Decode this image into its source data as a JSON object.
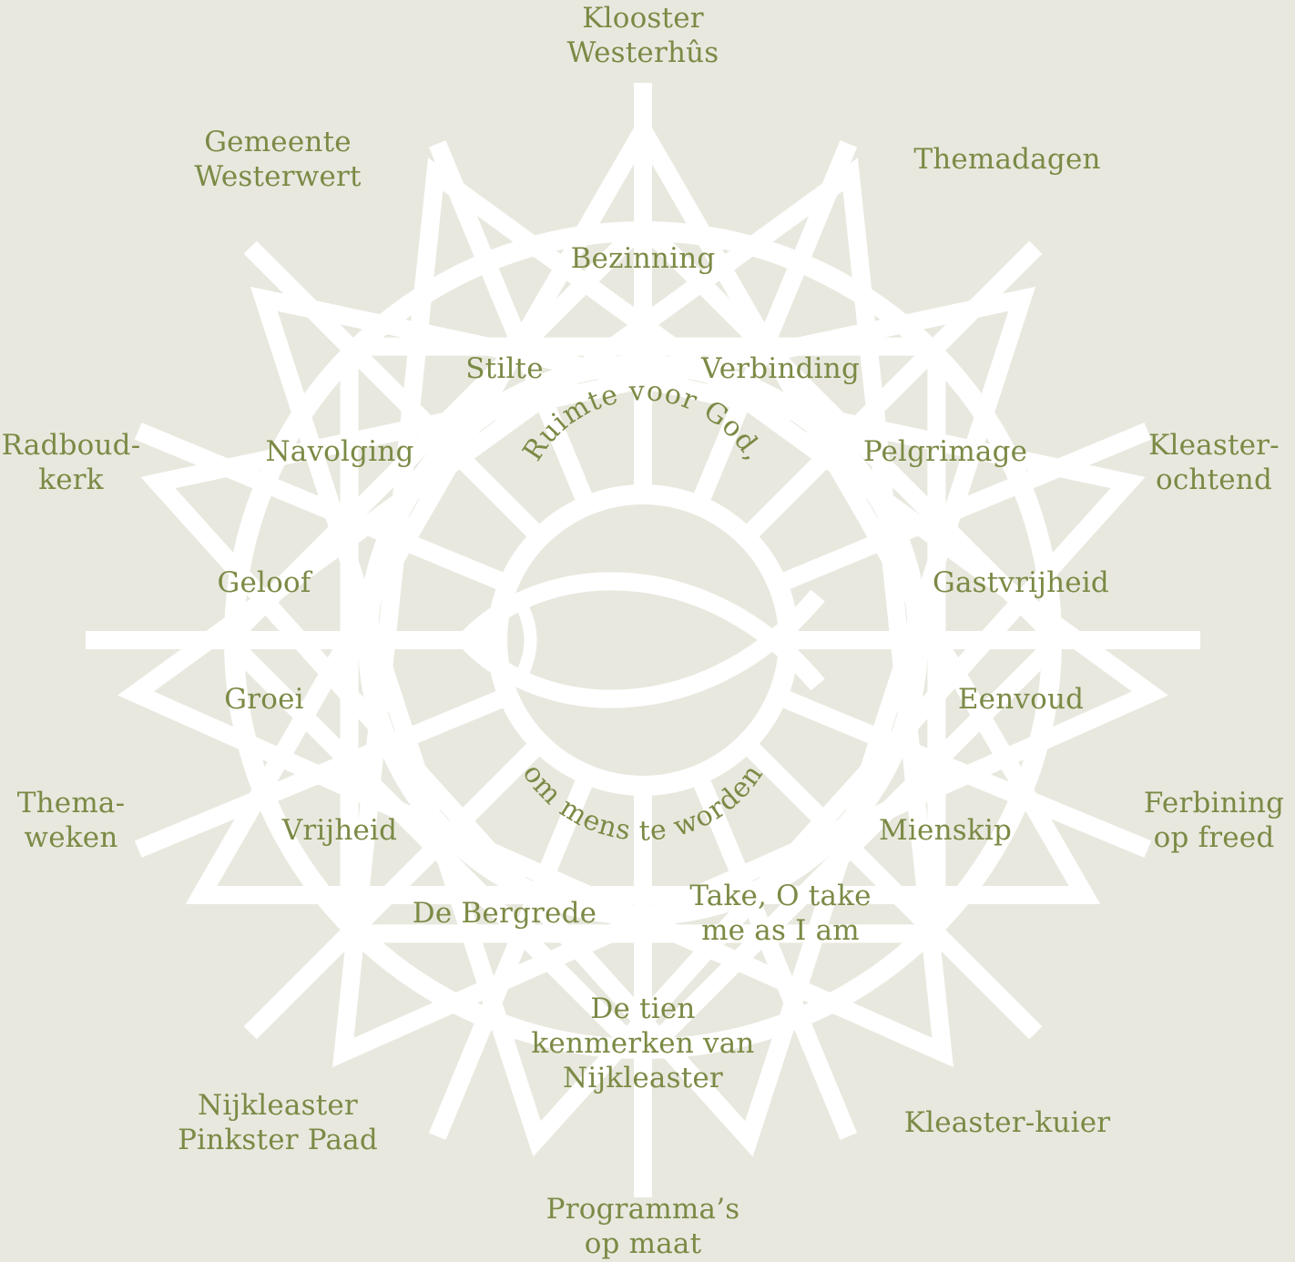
{
  "colors": {
    "background": "#e9e8df",
    "artwork": "#ffffff",
    "text": "#7b8a45"
  },
  "center_text": {
    "top_arc": "Ruimte voor God,",
    "bottom_arc": "om mens te worden"
  },
  "inner_ring": [
    {
      "id": "bezinning",
      "label": "Bezinning"
    },
    {
      "id": "stilte",
      "label": "Stilte"
    },
    {
      "id": "verbinding",
      "label": "Verbinding"
    },
    {
      "id": "navolging",
      "label": "Navolging"
    },
    {
      "id": "pelgrimage",
      "label": "Pelgrimage"
    },
    {
      "id": "geloof",
      "label": "Geloof"
    },
    {
      "id": "gastvrijheid",
      "label": "Gastvrijheid"
    },
    {
      "id": "groei",
      "label": "Groei"
    },
    {
      "id": "eenvoud",
      "label": "Eenvoud"
    },
    {
      "id": "vrijheid",
      "label": "Vrijheid"
    },
    {
      "id": "mienskip",
      "label": "Mienskip"
    },
    {
      "id": "de-bergrede",
      "label": "De Bergrede"
    },
    {
      "id": "take-o-take",
      "label": "Take, O take\nme as I am"
    },
    {
      "id": "de-tien-kenmerken",
      "label": "De tien\nkenmerken van\nNijkleaster"
    }
  ],
  "outer_ring": [
    {
      "id": "klooster-westerhus",
      "label": "Klooster\nWesterhûs"
    },
    {
      "id": "themadagen",
      "label": "Themadagen"
    },
    {
      "id": "kleaster-ochtend",
      "label": "Kleaster-\nochtend"
    },
    {
      "id": "ferbining-op-freed",
      "label": "Ferbining\nop freed"
    },
    {
      "id": "kleaster-kuier",
      "label": "Kleaster-kuier"
    },
    {
      "id": "programmas-op-maat",
      "label": "Programma’s\nop maat"
    },
    {
      "id": "nijkleaster-pinkster-paad",
      "label": "Nijkleaster\nPinkster Paad"
    },
    {
      "id": "thema-weken",
      "label": "Thema-\nweken"
    },
    {
      "id": "radboud-kerk",
      "label": "Radboud-\nkerk"
    },
    {
      "id": "gemeente-westerwert",
      "label": "Gemeente\nWesterwert"
    }
  ]
}
